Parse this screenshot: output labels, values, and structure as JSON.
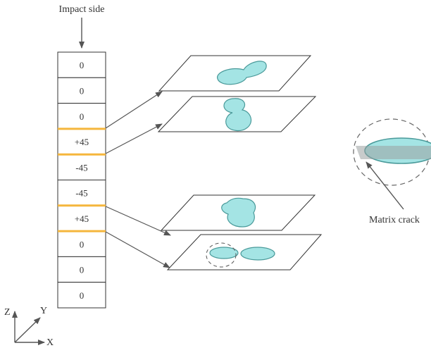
{
  "title": "",
  "impact_label": "Impact side",
  "ply_stack": {
    "angles": [
      "0",
      "0",
      "0",
      "+45",
      "-45",
      "-45",
      "+45",
      "0",
      "0",
      "0"
    ],
    "highlighted_interfaces_after_ply": [
      3,
      4,
      6,
      7
    ]
  },
  "crack_label": "Matrix crack",
  "axes": {
    "z": "Z",
    "y": "Y",
    "x": "X"
  },
  "colors": {
    "delamination_fill": "#a4e4e4",
    "delamination_stroke": "#4a9a9a",
    "interface_highlight": "#f5b63c",
    "line": "#333333",
    "arrow": "#555555",
    "crack_shade": "#9aa0a0"
  }
}
